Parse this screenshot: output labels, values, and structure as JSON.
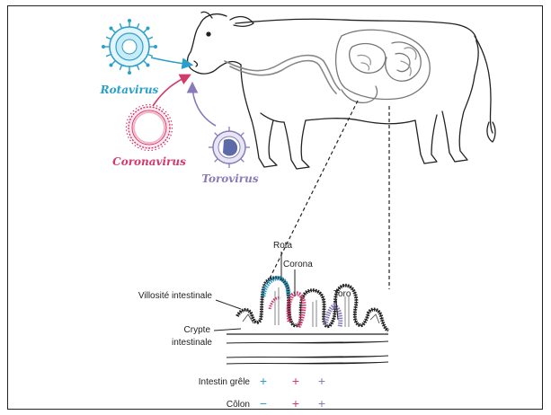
{
  "colors": {
    "rotavirus": "#2a9fc9",
    "coronavirus": "#d23a6a",
    "torovirus": "#8a7ab8",
    "outline": "#222222"
  },
  "icons": [
    "rotavirus-particle-icon",
    "coronavirus-particle-icon",
    "torovirus-particle-icon",
    "cow-illustration"
  ],
  "viruses": {
    "rotavirus": "Rotavirus",
    "coronavirus": "Coronavirus",
    "torovirus": "Torovirus"
  },
  "intestine_labels": {
    "rota": "Rota",
    "corona": "Corona",
    "toro": "Toro",
    "villus": "Villosité intestinale",
    "crypt_line1": "Crypte",
    "crypt_line2": "intestinale"
  },
  "table": {
    "rows": [
      {
        "label": "Intestin grêle",
        "rota": "+",
        "corona": "+",
        "toro": "+"
      },
      {
        "label": "Côlon",
        "rota": "−",
        "corona": "+",
        "toro": "+"
      }
    ]
  }
}
